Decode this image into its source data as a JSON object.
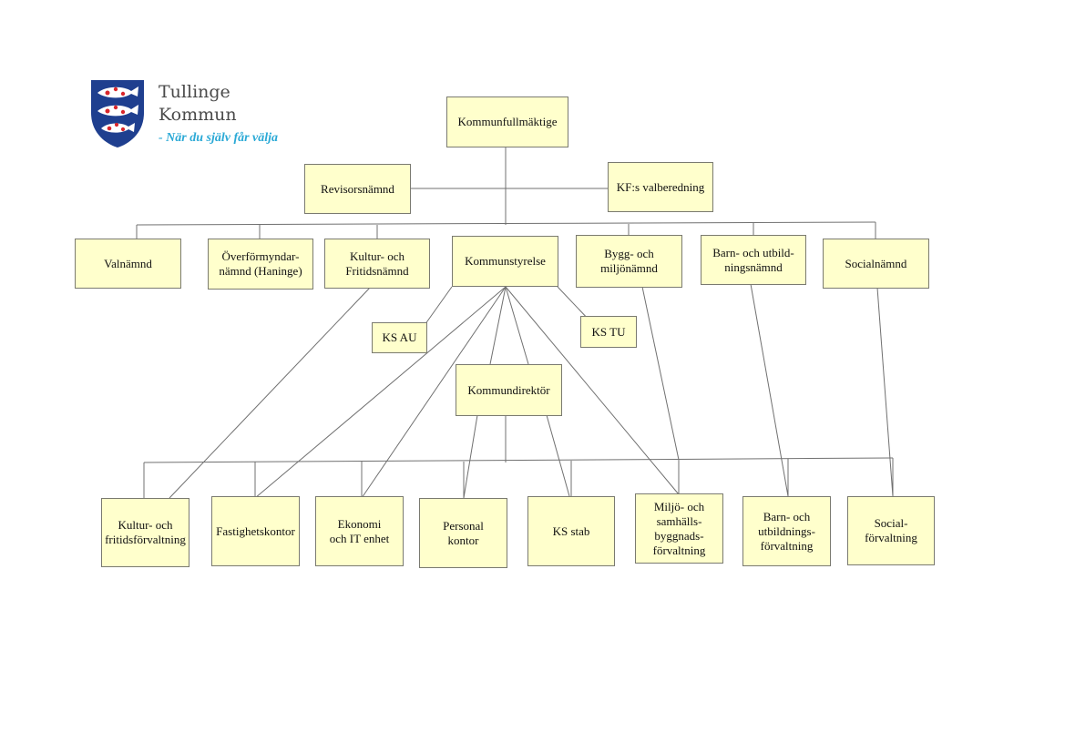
{
  "colors": {
    "box_fill": "#ffffcc",
    "line": "#707070",
    "shield_blue": "#1f3f8f",
    "shield_fish": "#ffffff",
    "shield_accent": "#d9262b",
    "tagline": "#2aa9d6"
  },
  "logo": {
    "line1": "Tullinge",
    "line2": "Kommun",
    "tagline": "- När du själv får välja",
    "emblem": "shield-with-three-fish-icon"
  },
  "nodes": {
    "kf": "Kommunfullmäktige",
    "revisor": "Revisorsnämnd",
    "valberedning": "KF:s valberedning",
    "valnamnd": "Valnämnd",
    "overformyndar": "Överförmyndar-\nnämnd (Haninge)",
    "kultur_namnd": "Kultur- och\nFritidsnämnd",
    "ks": "Kommunstyrelse",
    "bygg_namnd": "Bygg- och\nmiljönämnd",
    "barn_namnd": "Barn- och utbild-\nningsnämnd",
    "social_namnd": "Socialnämnd",
    "ks_au": "KS AU",
    "ks_tu": "KS TU",
    "direktor": "Kommundirektör",
    "kultur_forv": "Kultur- och\nfritidsförvaltning",
    "fastighet": "Fastighetskontor",
    "ekonomi": "Ekonomi\noch IT enhet",
    "personal": "Personal\nkontor",
    "ks_stab": "KS stab",
    "miljo_forv": "Miljö- och\nsamhälls-\nbyggnads-\nförvaltning",
    "barn_forv": "Barn- och\nutbildnings-\nförvaltning",
    "social_forv": "Social-\nförvaltning"
  }
}
